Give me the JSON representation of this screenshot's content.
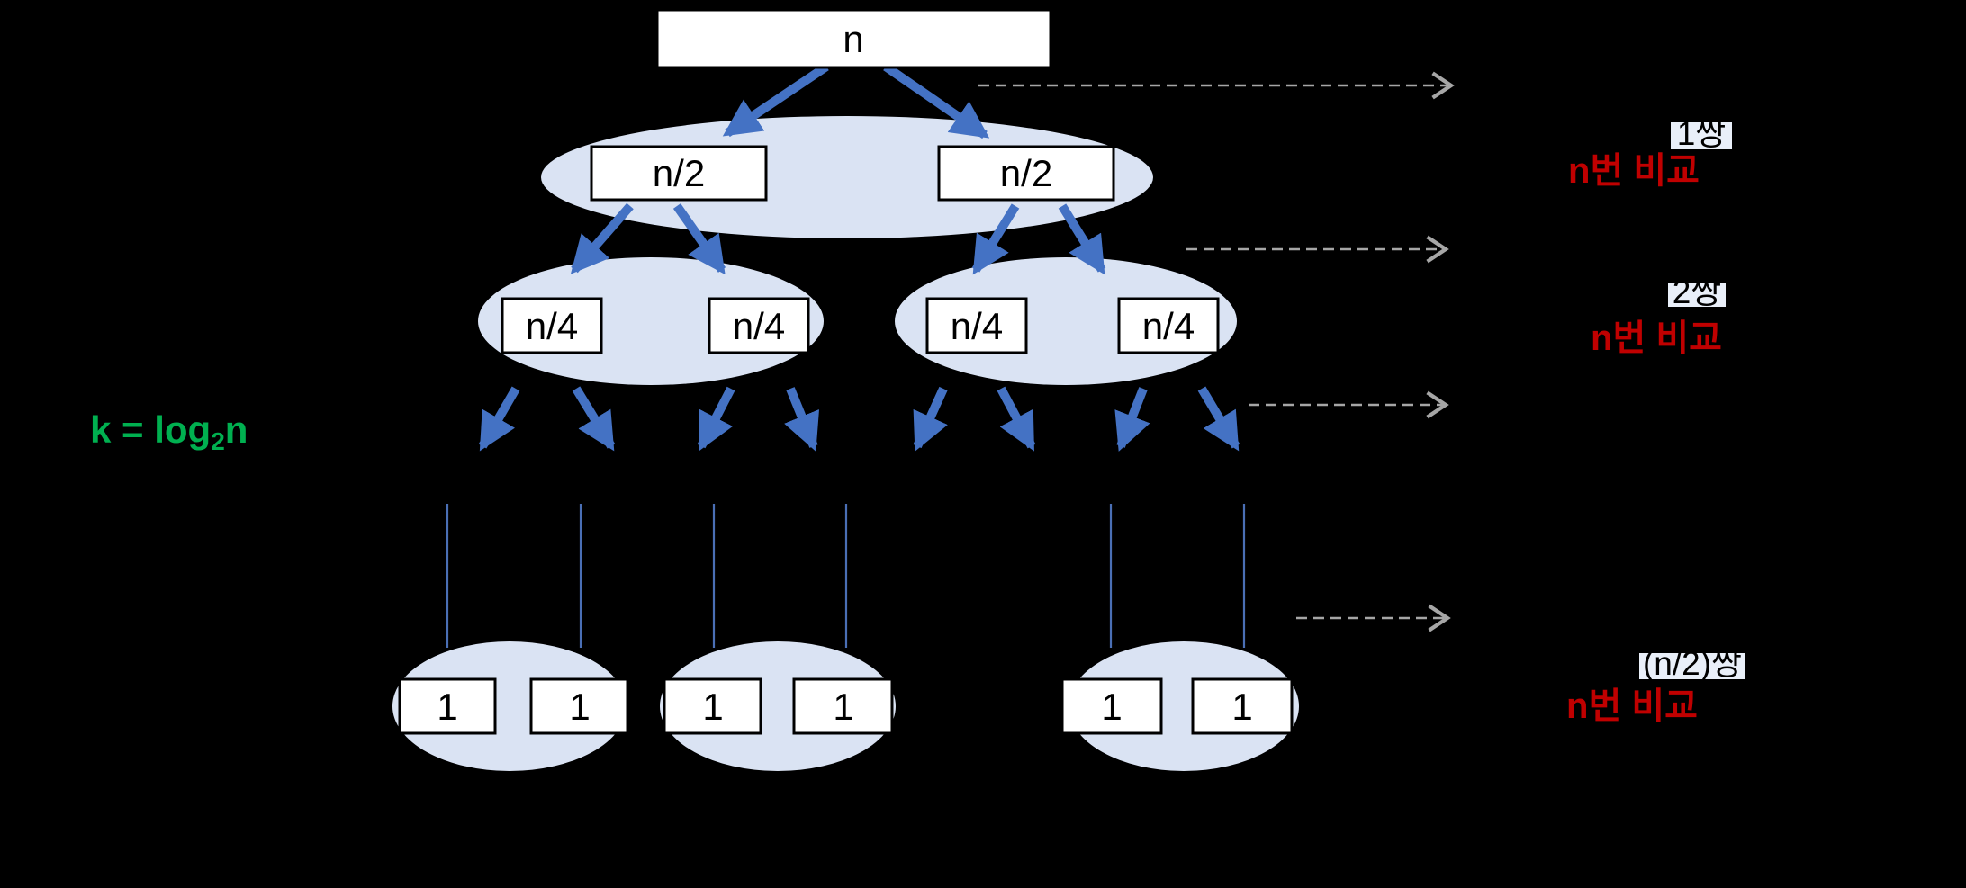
{
  "diagram": {
    "description": "merge-sort recursion tree with per-level comparison counts",
    "root_node": "n",
    "level2_nodes": [
      "n/2",
      "n/2"
    ],
    "level3_nodes": [
      "n/4",
      "n/4",
      "n/4",
      "n/4"
    ],
    "leaf_nodes": [
      "1",
      "1",
      "1",
      "1",
      "1",
      "1"
    ],
    "depth_formula": {
      "prefix": "k = log",
      "subscript": "2",
      "suffix": "n"
    },
    "level_annotations": [
      {
        "pairs": "1쌍",
        "comparisons": "n번 비교"
      },
      {
        "pairs": "2쌍",
        "comparisons": "n번 비교"
      },
      {
        "pairs": "(n/2)쌍",
        "comparisons": "n번 비교"
      }
    ],
    "colors": {
      "background": "#000000",
      "node_fill": "#ffffff",
      "node_border": "#000000",
      "node_text": "#000000",
      "group_ellipse_fill": "#dae3f3",
      "tree_arrow_blue": "#4472c4",
      "level_pointer_gray": "#a6a6a6",
      "continuation_line_blue": "#4a6fb5",
      "pair_label_bg": "#e9eff9",
      "comparison_text_red": "#c00000",
      "formula_text_green": "#00b050"
    }
  }
}
